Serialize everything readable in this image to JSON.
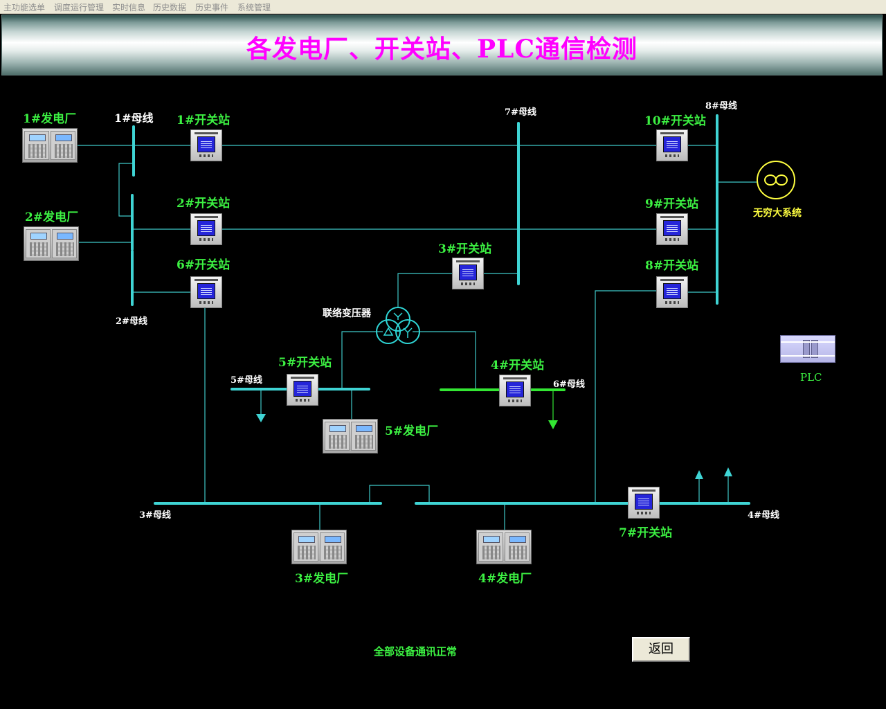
{
  "menu": [
    "主功能选单",
    "调度运行管理",
    "实时信息",
    "历史数据",
    "历史事件",
    "系统管理"
  ],
  "title": "各发电厂、开关站、PLC通信检测",
  "labels": {
    "gen1": "1#发电厂",
    "gen2": "2#发电厂",
    "gen3": "3#发电厂",
    "gen4": "4#发电厂",
    "gen5": "5#发电厂",
    "sw1": "1#开关站",
    "sw2": "2#开关站",
    "sw3": "3#开关站",
    "sw4": "4#开关站",
    "sw5": "5#开关站",
    "sw6": "6#开关站",
    "sw7": "7#开关站",
    "sw8": "8#开关站",
    "sw9": "9#开关站",
    "sw10": "10#开关站",
    "bus1": "1#母线",
    "bus2": "2#母线",
    "bus3": "3#母线",
    "bus4": "4#母线",
    "bus5": "5#母线",
    "bus6": "6#母线",
    "bus7": "7#母线",
    "bus8": "8#母线",
    "transformer": "联络变压器",
    "infinite_system": "无穷大系统",
    "plc": "PLC"
  },
  "status": "全部设备通讯正常",
  "back_button": "返回",
  "colors": {
    "line": "#3fc9c9",
    "bus": "#3fd4d4",
    "bus6": "#33e633",
    "label_green": "#3cf042",
    "title": "#ff00ff"
  }
}
